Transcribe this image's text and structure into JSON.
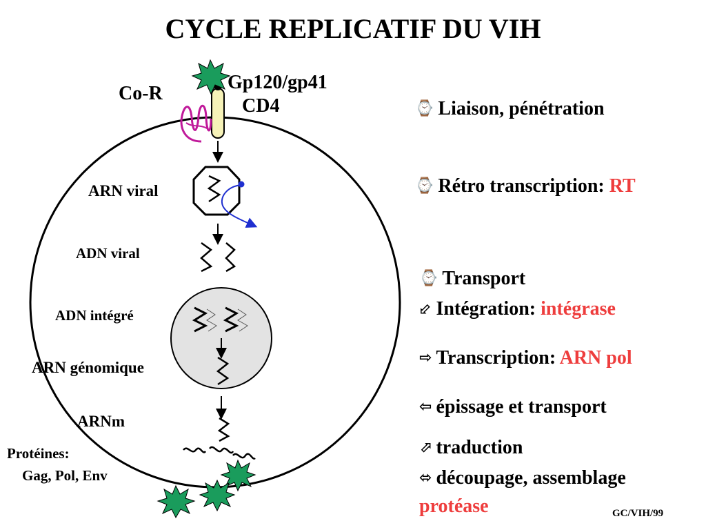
{
  "title": "CYCLE REPLICATIF DU VIH",
  "labels": {
    "gp": "Gp120/gp41",
    "cd4": "CD4",
    "cor": "Co-R",
    "arn_viral": "ARN viral",
    "adn_viral": "ADN viral",
    "adn_integre": "ADN  intégré",
    "arn_genomique": "ARN génomique",
    "arnm": "ARNm",
    "proteines": "Protéines:",
    "gag": "Gag, Pol, Env"
  },
  "steps": [
    {
      "icon": "clock-icon",
      "glyph": "⌚",
      "text": "Liaison, pénétration",
      "enzyme": ""
    },
    {
      "icon": "clock-icon",
      "glyph": "⌚",
      "text": "Rétro  transcription:",
      "enzyme": "RT"
    },
    {
      "icon": "clock-icon",
      "glyph": "⌚",
      "text": "Transport",
      "enzyme": ""
    },
    {
      "icon": "arrow-icon",
      "glyph": "⬃",
      "text": "Intégration:",
      "enzyme": "intégrase"
    },
    {
      "icon": "arrow-icon",
      "glyph": "⇨",
      "text": "Transcription:",
      "enzyme": "ARN pol"
    },
    {
      "icon": "arrow-icon",
      "glyph": "⇦",
      "text": "épissage et transport",
      "enzyme": ""
    },
    {
      "icon": "arrow-icon",
      "glyph": "⬀",
      "text": "traduction",
      "enzyme": ""
    },
    {
      "icon": "arrow-icon",
      "glyph": "⬄",
      "text": "découpage, assemblage",
      "enzyme": ""
    }
  ],
  "protease": "protéase",
  "footer": "GC/VIH/99",
  "colors": {
    "enzyme": "#ee3d3d",
    "virus": "#1a9c5c",
    "coreceptor": "#c0199a",
    "cd4": "#f6f2b8",
    "nucleus": "#e3e3e3",
    "rna": "#1f2fd0"
  }
}
